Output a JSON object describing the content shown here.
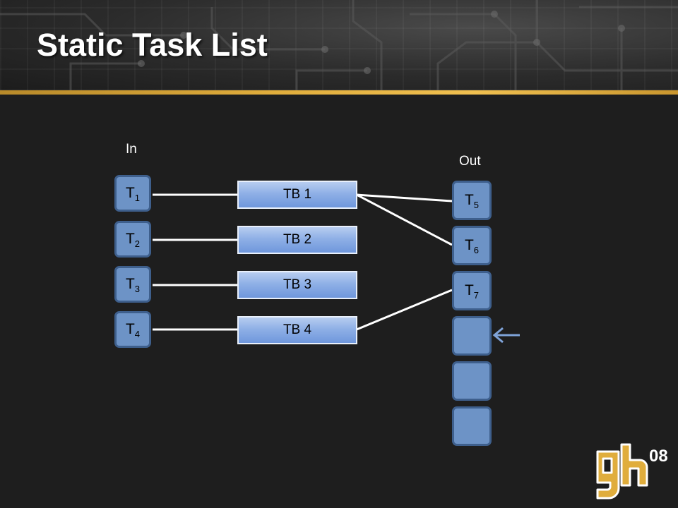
{
  "slide": {
    "title": "Static Task List"
  },
  "diagram": {
    "in_label": "In",
    "out_label": "Out",
    "input_tasks": [
      {
        "base": "T",
        "sub": "1"
      },
      {
        "base": "T",
        "sub": "2"
      },
      {
        "base": "T",
        "sub": "3"
      },
      {
        "base": "T",
        "sub": "4"
      }
    ],
    "thread_blocks": [
      "TB 1",
      "TB 2",
      "TB 3",
      "TB 4"
    ],
    "output_slots": [
      {
        "base": "T",
        "sub": "5"
      },
      {
        "base": "T",
        "sub": "6"
      },
      {
        "base": "T",
        "sub": "7"
      },
      {
        "base": "",
        "sub": ""
      },
      {
        "base": "",
        "sub": ""
      },
      {
        "base": "",
        "sub": ""
      }
    ],
    "colors": {
      "task_fill": "#6d93c6",
      "task_border": "#3e5f8c",
      "connector": "#ffffff",
      "pointer_arrow": "#7fa3d8",
      "accent_bar": "#e0ad3c"
    },
    "pointer_icon": "left-arrow-icon"
  },
  "logo": {
    "text": "gh08",
    "icon": "gh08-logo-icon"
  }
}
